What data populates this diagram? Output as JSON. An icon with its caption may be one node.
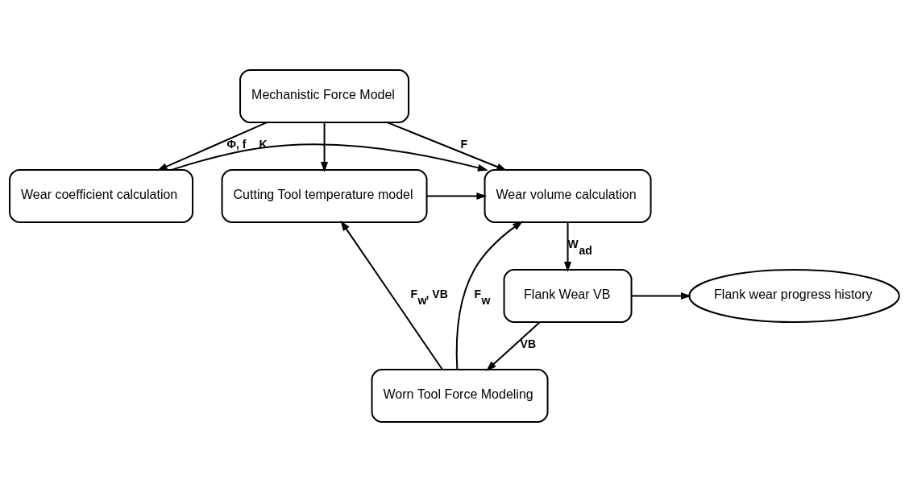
{
  "diagram": {
    "nodes": [
      {
        "text": [
          "Mechanistic Force Model"
        ]
      },
      {
        "text": [
          "Wear coefficient calculation"
        ]
      },
      {
        "text": [
          "Wear volume calculation"
        ]
      },
      {
        "text": [
          "Cutting Tool temperature model"
        ]
      },
      {
        "text": [
          "Flank wear progress history"
        ]
      },
      {
        "text": [
          "Flank Wear VB"
        ]
      },
      {
        "text": [
          "Worn Tool Force Modeling"
        ]
      }
    ],
    "edges": [
      {
        "from": 0,
        "to": 1,
        "arrow": "to",
        "label": "Φ, f"
      },
      {
        "from": 0,
        "to": 2,
        "arrow": "to",
        "label": "F"
      },
      {
        "from": 0,
        "to": 3,
        "arrow": "to"
      },
      {
        "from": 1,
        "to": 2,
        "arrow": "to",
        "label": "K"
      },
      {
        "from": 3,
        "to": 2,
        "arrow": "to"
      },
      {
        "from": 6,
        "to": 2,
        "arrow": "to",
        "label": "F$_{w}$"
      },
      {
        "from": 2,
        "to": 5,
        "arrow": "to",
        "label": "W$_{ad}$"
      },
      {
        "from": 5,
        "to": 4,
        "arrow": "to"
      },
      {
        "from": 5,
        "to": 6,
        "arrow": "to",
        "label": "VB"
      },
      {
        "from": 6,
        "to": 3,
        "arrow": "to",
        "label": "F$_{w}$, VB"
      }
    ]
  }
}
